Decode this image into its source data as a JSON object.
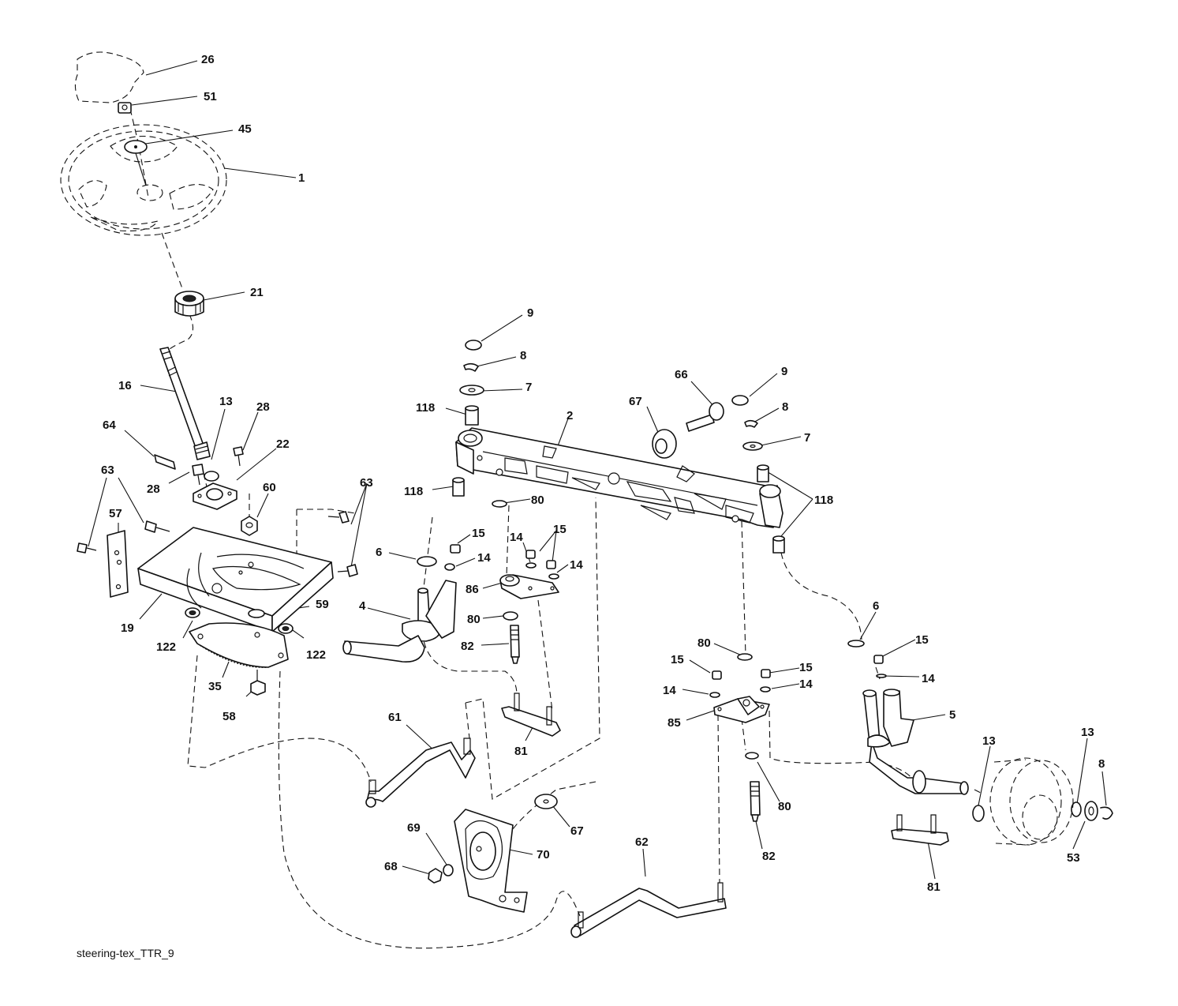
{
  "diagram": {
    "caption": "steering-tex_TTR_9",
    "callouts": {
      "p26": "26",
      "p51": "51",
      "p45": "45",
      "p1": "1",
      "p21": "21",
      "p16": "16",
      "p13a": "13",
      "p28a": "28",
      "p64": "64",
      "p28b": "28",
      "p22": "22",
      "p60": "60",
      "p63a": "63",
      "p63b": "63",
      "p57": "57",
      "p19": "19",
      "p122a": "122",
      "p59": "59",
      "p122b": "122",
      "p35": "35",
      "p58": "58",
      "p9a": "9",
      "p8a": "8",
      "p7a": "7",
      "p118a": "118",
      "p2": "2",
      "p118b": "118",
      "p80a": "80",
      "p6a": "6",
      "p15a": "15",
      "p14a": "14",
      "p14b": "14",
      "p15b": "15",
      "p14c": "14",
      "p86": "86",
      "p4": "4",
      "p80b": "80",
      "p82a": "82",
      "p81a": "81",
      "p61": "61",
      "p66": "66",
      "p67a": "67",
      "p9b": "9",
      "p8b": "8",
      "p7b": "7",
      "p118c": "118",
      "p6b": "6",
      "p15c": "15",
      "p14d": "14",
      "p80c": "80",
      "p15d": "15",
      "p15e": "15",
      "p14e": "14",
      "p14f": "14",
      "p85": "85",
      "p5": "5",
      "p80d": "80",
      "p82b": "82",
      "p13b": "13",
      "p13c": "13",
      "p8c": "8",
      "p53": "53",
      "p81b": "81",
      "p67b": "67",
      "p69": "69",
      "p70": "70",
      "p68": "68",
      "p62": "62"
    }
  }
}
